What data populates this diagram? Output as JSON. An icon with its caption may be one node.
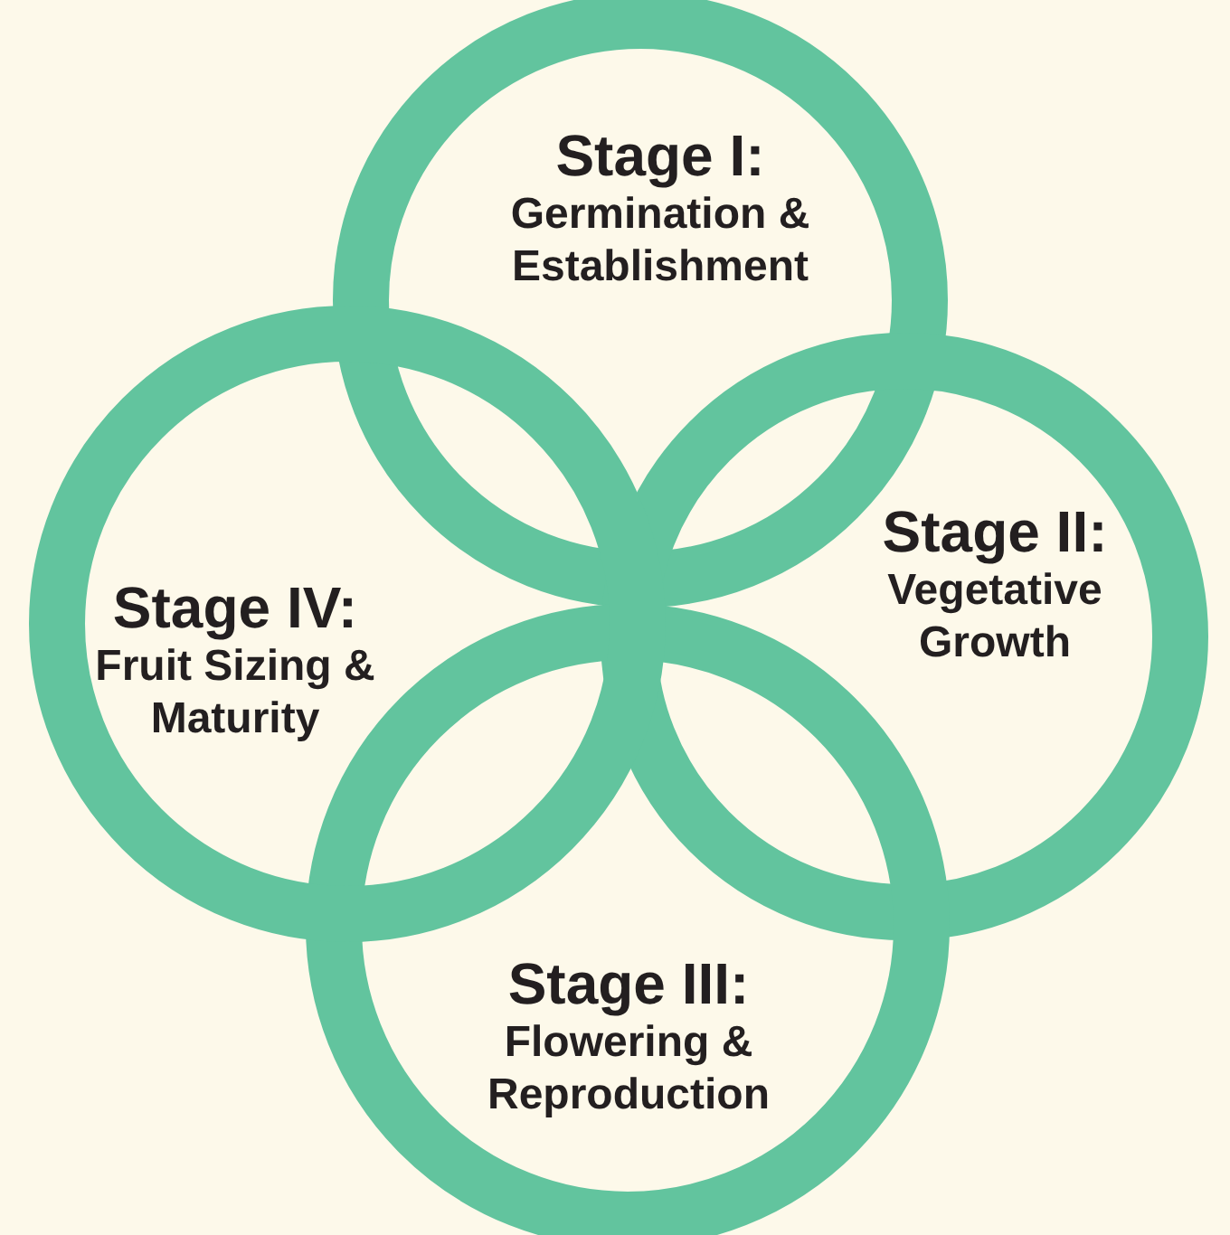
{
  "diagram": {
    "nodes": [
      {
        "text": [
          "Stage I:",
          "Germination & Establishment"
        ]
      },
      {
        "text": [
          "Stage II:",
          "Vegetative Growth"
        ]
      },
      {
        "text": [
          "Stage III:",
          "Flowering & Reproduction"
        ]
      },
      {
        "text": [
          "Stage IV:",
          "Fruit Sizing & Maturity"
        ]
      }
    ]
  }
}
